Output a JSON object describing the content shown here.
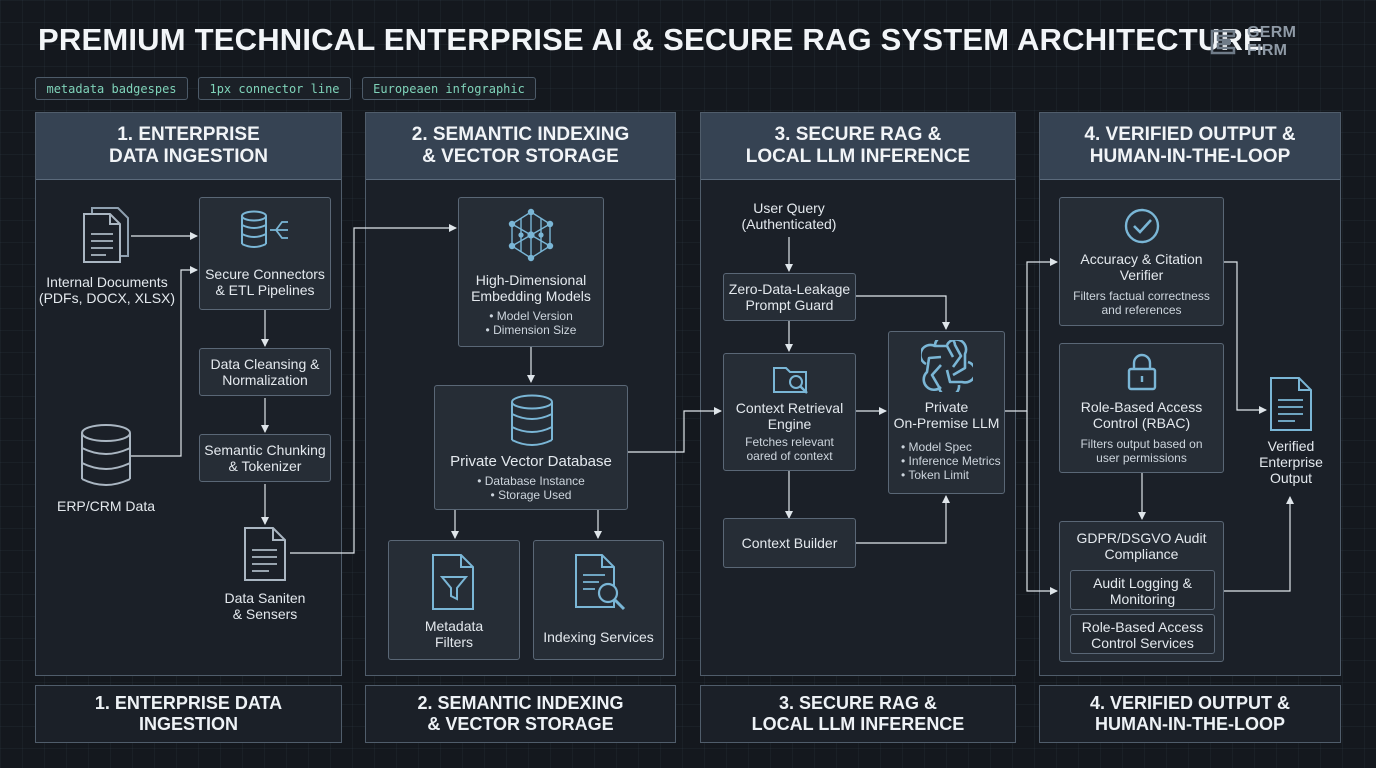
{
  "title": "PREMIUM TECHNICAL ENTERPRISE AI & SECURE RAG SYSTEM ARCHITECTURE",
  "logo": {
    "text": "GERM FIRM",
    "icon": "germ-firm-logo-icon"
  },
  "badges": [
    "metadata badgespes",
    "1px connector line",
    "Europeaen infographic"
  ],
  "colors": {
    "panel_header": "#364353",
    "accent": "#7fd3b9",
    "icon": "#7ab6d6",
    "connector": "#dfe5ea"
  },
  "panels": [
    {
      "title": "1. ENTERPRISE\nDATA INGESTION"
    },
    {
      "title": "2. SEMANTIC INDEXING\n& VECTOR STORAGE"
    },
    {
      "title": "3. SECURE RAG &\nLOCAL LLM INFERENCE"
    },
    {
      "title": "4. VERIFIED OUTPUT &\nHUMAN-IN-THE-LOOP"
    }
  ],
  "footers": [
    "1. ENTERPRISE DATA\nINGESTION",
    "2. SEMANTIC INDEXING\n& VECTOR STORAGE",
    "3. SECURE RAG &\nLOCAL LLM INFERENCE",
    "4. VERIFIED OUTPUT &\nHUMAN-IN-THE-LOOP"
  ],
  "ingestion": {
    "internal_docs": "Internal Documents\n(PDFs, DOCX, XLSX)",
    "erp_crm": "ERP/CRM Data",
    "connectors": "Secure Connectors\n& ETL Pipelines",
    "cleansing": "Data Cleansing &\nNormalization",
    "chunking": "Semantic Chunking\n& Tokenizer",
    "saniten": "Data Saniten\n& Sensers"
  },
  "indexing": {
    "embedding_title": "High-Dimensional\nEmbedding Models",
    "embedding_details": "• Model Version\n• Dimension Size",
    "vector_db_title": "Private Vector Database",
    "vector_db_details": "• Database Instance\n• Storage Used",
    "metadata_filters": "Metadata\nFilters",
    "indexing_services": "Indexing Services"
  },
  "rag": {
    "user_query": "User Query\n(Authenticated)",
    "prompt_guard": "Zero-Data-Leakage\nPrompt Guard",
    "retrieval_title": "Context Retrieval\nEngine",
    "retrieval_details": "Fetches relevant\noared of context",
    "context_builder": "Context Builder",
    "llm_title": "Private\nOn-Premise LLM",
    "llm_details": "• Model Spec\n• Inference Metrics\n• Token Limit"
  },
  "output": {
    "verifier_title": "Accuracy & Citation\nVerifier",
    "verifier_details": "Filters factual correctness\nand references",
    "rbac_title": "Role-Based Access\nControl (RBAC)",
    "rbac_details": "Filters output based on\nuser permissions",
    "gdpr_title": "GDPR/DSGVO Audit\nCompliance",
    "audit_logging": "Audit Logging &\nMonitoring",
    "rbac_services": "Role-Based Access\nControl Services",
    "verified_output": "Verified\nEnterprise\nOutput"
  }
}
